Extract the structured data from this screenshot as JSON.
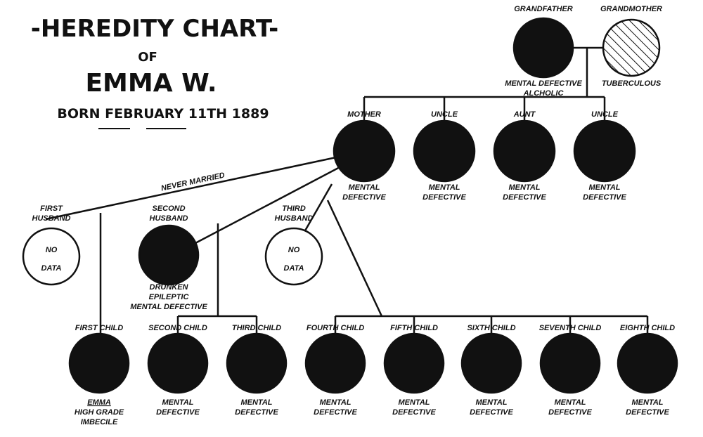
{
  "title": {
    "main": "-HEREDITY CHART-",
    "of": "OF",
    "name": "EMMA W.",
    "born": "BORN FEBRUARY 11TH 1889"
  },
  "grandparents": [
    {
      "label": "GRANDFATHER",
      "traits": [
        "MENTAL DEFECTIVE",
        "ALCHOLIC"
      ],
      "fill": "black"
    },
    {
      "label": "GRANDMOTHER",
      "traits": [
        "TUBERCULOUS"
      ],
      "fill": "hatched"
    }
  ],
  "parents_generation": [
    {
      "label": "MOTHER",
      "traits": [
        "MENTAL",
        "DEFECTIVE"
      ]
    },
    {
      "label": "UNCLE",
      "traits": [
        "MENTAL",
        "DEFECTIVE"
      ]
    },
    {
      "label": "AUNT",
      "traits": [
        "MENTAL",
        "DEFECTIVE"
      ]
    },
    {
      "label": "UNCLE",
      "traits": [
        "MENTAL",
        "DEFECTIVE"
      ]
    }
  ],
  "never_married": "NEVER MARRIED",
  "husbands": [
    {
      "label": [
        "FIRST",
        "HUSBAND"
      ],
      "inner": [
        "NO",
        "DATA"
      ],
      "traits": []
    },
    {
      "label": [
        "SECOND",
        "HUSBAND"
      ],
      "inner": [],
      "traits": [
        "DRUNKEN",
        "EPILEPTIC",
        "MENTAL DEFECTIVE"
      ]
    },
    {
      "label": [
        "THIRD",
        "HUSBAND"
      ],
      "inner": [
        "NO",
        "DATA"
      ],
      "traits": []
    }
  ],
  "children": [
    {
      "label": "FIRST CHILD",
      "traits": [
        "EMMA",
        "HIGH GRADE",
        "IMBECILE"
      ]
    },
    {
      "label": "SECOND CHILD",
      "traits": [
        "MENTAL",
        "DEFECTIVE"
      ]
    },
    {
      "label": "THIRD CHILD",
      "traits": [
        "MENTAL",
        "DEFECTIVE"
      ]
    },
    {
      "label": "FOURTH CHILD",
      "traits": [
        "MENTAL",
        "DEFECTIVE"
      ]
    },
    {
      "label": "FIFTH CHILD",
      "traits": [
        "MENTAL",
        "DEFECTIVE"
      ]
    },
    {
      "label": "SIXTH CHILD",
      "traits": [
        "MENTAL",
        "DEFECTIVE"
      ]
    },
    {
      "label": "SEVENTH CHILD",
      "traits": [
        "MENTAL",
        "DEFECTIVE"
      ]
    },
    {
      "label": "EIGHTH CHILD",
      "traits": [
        "MENTAL",
        "DEFECTIVE"
      ]
    }
  ]
}
